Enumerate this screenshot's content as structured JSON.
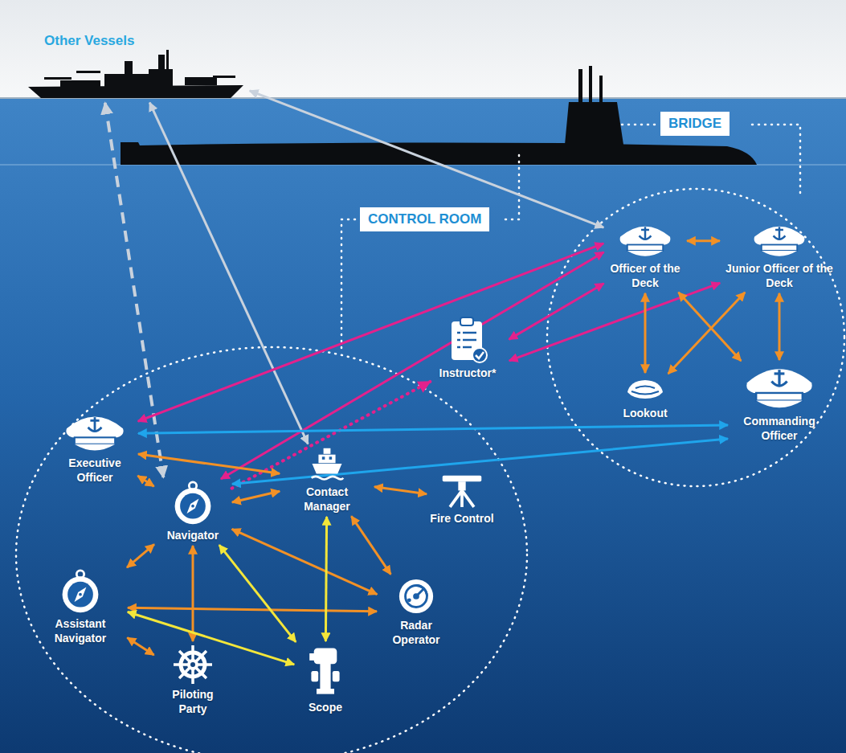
{
  "diagram": {
    "nodes": [
      {
        "text": [
          "Other Vessels"
        ]
      },
      {
        "text": [
          "Officer of the Deck"
        ]
      },
      {
        "text": [
          "Junior Officer of the Deck"
        ]
      },
      {
        "text": [
          "Instructor*"
        ]
      },
      {
        "text": [
          "Lookout"
        ]
      },
      {
        "text": [
          "Commanding Officer"
        ]
      },
      {
        "text": [
          "Executive Officer"
        ]
      },
      {
        "text": [
          "Navigator"
        ]
      },
      {
        "text": [
          "Contact Manager"
        ]
      },
      {
        "text": [
          "Fire Control"
        ]
      },
      {
        "text": [
          "Assistant Navigator"
        ]
      },
      {
        "text": [
          "Radar Operator"
        ]
      },
      {
        "text": [
          "Piloting Party"
        ]
      },
      {
        "text": [
          "Scope"
        ]
      }
    ],
    "edges": [
      {
        "from": 0,
        "to": 7,
        "arrow": "both"
      },
      {
        "from": 0,
        "to": 8,
        "arrow": "both"
      },
      {
        "from": 0,
        "to": 1,
        "arrow": "both"
      },
      {
        "from": 1,
        "to": 6,
        "arrow": "both"
      },
      {
        "from": 1,
        "to": 7,
        "arrow": "both"
      },
      {
        "from": 3,
        "to": 1,
        "arrow": "both"
      },
      {
        "from": 3,
        "to": 2,
        "arrow": "both"
      },
      {
        "from": 7,
        "to": 3,
        "arrow": "to"
      },
      {
        "from": 1,
        "to": 2,
        "arrow": "both"
      },
      {
        "from": 1,
        "to": 4,
        "arrow": "both"
      },
      {
        "from": 2,
        "to": 5,
        "arrow": "both"
      },
      {
        "from": 1,
        "to": 5,
        "arrow": "both"
      },
      {
        "from": 2,
        "to": 4,
        "arrow": "both"
      },
      {
        "from": 6,
        "to": 5,
        "arrow": "both"
      },
      {
        "from": 7,
        "to": 5,
        "arrow": "both"
      },
      {
        "from": 6,
        "to": 7,
        "arrow": "both"
      },
      {
        "from": 6,
        "to": 8,
        "arrow": "both"
      },
      {
        "from": 7,
        "to": 8,
        "arrow": "both"
      },
      {
        "from": 8,
        "to": 9,
        "arrow": "both"
      },
      {
        "from": 8,
        "to": 11,
        "arrow": "both"
      },
      {
        "from": 7,
        "to": 11,
        "arrow": "both"
      },
      {
        "from": 7,
        "to": 10,
        "arrow": "both"
      },
      {
        "from": 7,
        "to": 12,
        "arrow": "both"
      },
      {
        "from": 10,
        "to": 11,
        "arrow": "both"
      },
      {
        "from": 10,
        "to": 12,
        "arrow": "both"
      },
      {
        "from": 7,
        "to": 13,
        "arrow": "both"
      },
      {
        "from": 8,
        "to": 13,
        "arrow": "both"
      },
      {
        "from": 10,
        "to": 13,
        "arrow": "both"
      }
    ],
    "labels": [
      "CONTROL ROOM",
      "BRIDGE"
    ]
  }
}
